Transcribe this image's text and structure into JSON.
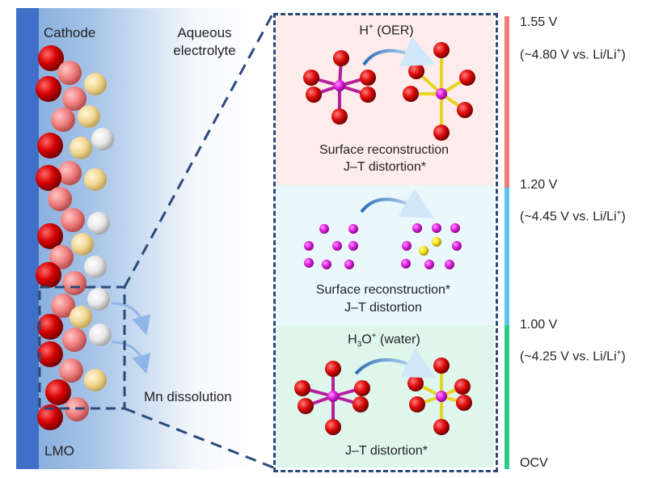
{
  "colors": {
    "electrode": "#3f6fc7",
    "high_band": "#f07b7b",
    "mid_band": "#5bc5ea",
    "low_band": "#2ecc8a",
    "panel_top": "#fdeceb",
    "panel_mid": "#eaf7fb",
    "panel_bottom": "#dff6ec",
    "dash": "#2b4a7a",
    "oxygen": "#e31212",
    "manganese": "#e01ee0",
    "lithium_pink": "#f08a8a",
    "cream": "#f3dc9a",
    "white_sphere": "#eeeeee",
    "yellow": "#f5e72a"
  },
  "left": {
    "cathode": "Cathode",
    "electrolyte_line1": "Aqueous",
    "electrolyte_line2": "electrolyte",
    "lmo": "LMO",
    "dissolution": "Mn dissolution"
  },
  "panels": {
    "top": {
      "species_base": "H",
      "species_sup": "+",
      "species_rest": " (OER)",
      "line1": "Surface reconstruction",
      "line2": "J–T distortion*"
    },
    "middle": {
      "line1": "Surface reconstruction*",
      "line2": "J–T distortion"
    },
    "bottom": {
      "species_base": "H",
      "species_sub": "3",
      "species_mid": "O",
      "species_sup": "+",
      "species_rest": " (water)",
      "line1": "J–T distortion*"
    }
  },
  "voltages": [
    {
      "value": "1.55 V",
      "vs_prefix": "(~4.80 V vs. Li/Li",
      "vs_sup": "+",
      "vs_suffix": ")"
    },
    {
      "value": "1.20 V",
      "vs_prefix": "(~4.45 V vs. Li/Li",
      "vs_sup": "+",
      "vs_suffix": ")"
    },
    {
      "value": "1.00 V",
      "vs_prefix": "(~4.25 V vs. Li/Li",
      "vs_sup": "+",
      "vs_suffix": ")"
    },
    {
      "value": "OCV"
    }
  ]
}
